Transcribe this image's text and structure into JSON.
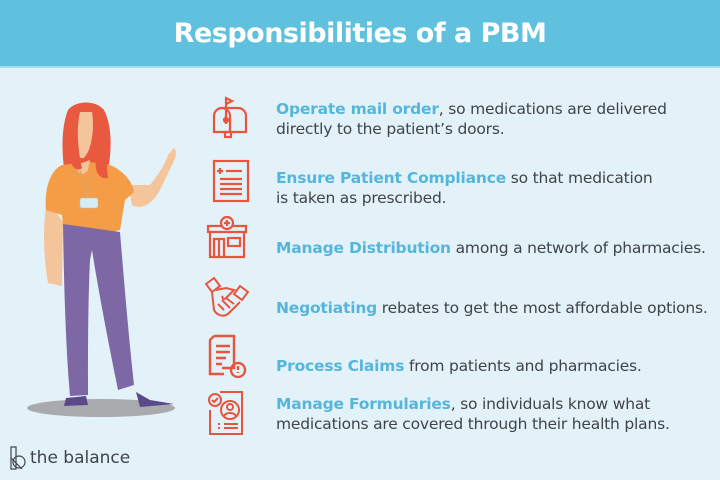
{
  "header": {
    "title": "Responsibilities of a PBM"
  },
  "colors": {
    "header_bg": "#5fc1de",
    "page_bg": "#e3f2f9",
    "highlight": "#55b6dc",
    "icon": "#e8553e",
    "body_text": "#3f4448"
  },
  "items": [
    {
      "icon": "mailbox-icon",
      "highlight": "Operate mail order",
      "rest_line1": ", so medications are delivered",
      "rest_line2": "directly to the patient’s doors."
    },
    {
      "icon": "prescription-document-icon",
      "highlight": "Ensure Patient Compliance",
      "rest_line1": " so that medication",
      "rest_line2": "is taken as prescribed."
    },
    {
      "icon": "pharmacy-store-icon",
      "highlight": "Manage Distribution",
      "rest_line1": " among a network of pharmacies.",
      "rest_line2": ""
    },
    {
      "icon": "handshake-icon",
      "highlight": "Negotiating",
      "rest_line1": " rebates to get the most affordable options.",
      "rest_line2": ""
    },
    {
      "icon": "claim-document-alert-icon",
      "highlight": "Process Claims",
      "rest_line1": " from patients and pharmacies.",
      "rest_line2": ""
    },
    {
      "icon": "formulary-profile-icon",
      "highlight": "Manage Formularies",
      "rest_line1": ", so individuals know what",
      "rest_line2": "medications are covered through their health plans."
    }
  ],
  "illustration": {
    "subject": "woman-pharmacist-illustration"
  },
  "footer": {
    "logo_text": "the balance"
  }
}
